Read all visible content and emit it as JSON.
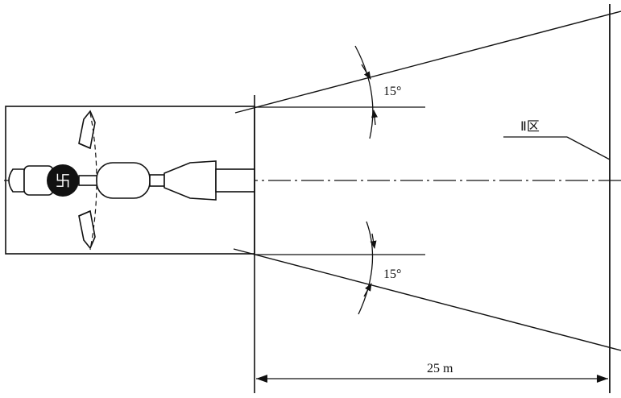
{
  "diagram": {
    "angle_top": "15°",
    "angle_bottom": "15°",
    "zone_label": "Ⅱ区",
    "distance_label": "25 m",
    "device_logo": "卐",
    "colors": {
      "line": "#111111",
      "background": "#ffffff"
    }
  }
}
